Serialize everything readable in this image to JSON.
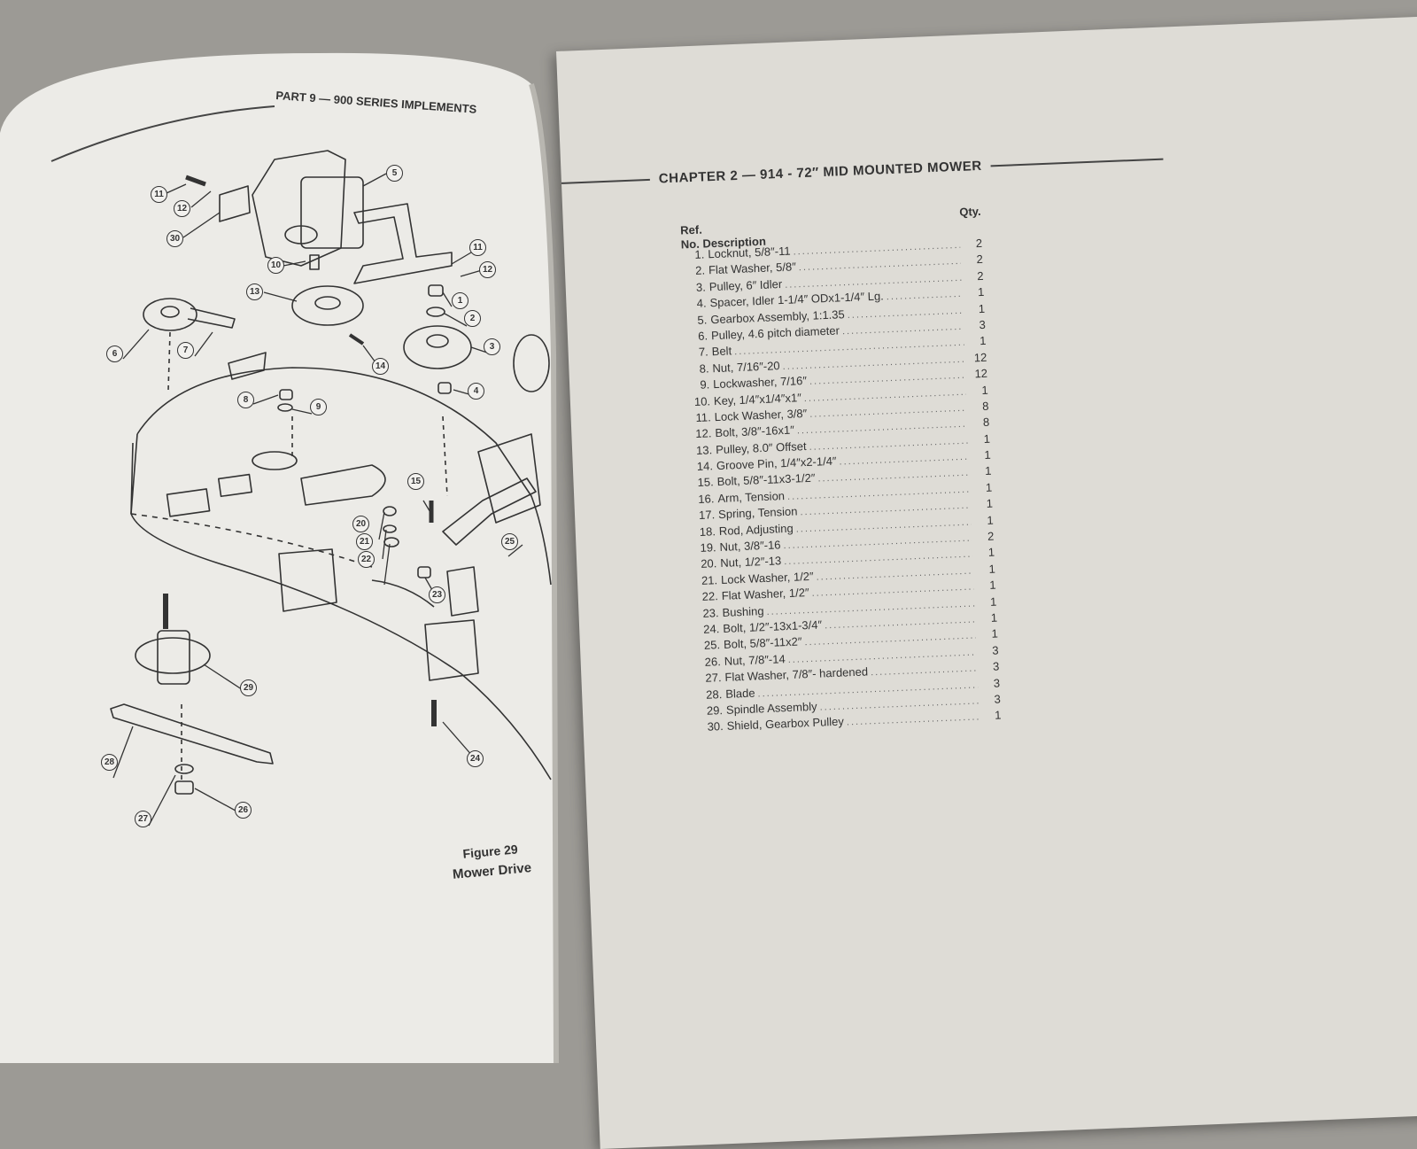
{
  "left_page": {
    "header": "PART 9 — 900 SERIES IMPLEMENTS",
    "figure_number": "Figure 29",
    "figure_title": "Mower Drive",
    "callouts": [
      "11",
      "12",
      "30",
      "5",
      "10",
      "11",
      "12",
      "13",
      "1",
      "2",
      "3",
      "6",
      "7",
      "14",
      "4",
      "8",
      "9",
      "15",
      "20",
      "21",
      "22",
      "23",
      "25",
      "29",
      "24",
      "28",
      "27",
      "26"
    ]
  },
  "right_page": {
    "header": "CHAPTER 2 — 914 - 72″ MID MOUNTED MOWER",
    "col_ref": "Ref.",
    "col_no_desc": "No. Description",
    "col_qty": "Qty.",
    "parts": [
      {
        "no": "1.",
        "desc": "Locknut, 5/8″-11",
        "qty": "2"
      },
      {
        "no": "2.",
        "desc": "Flat Washer, 5/8″",
        "qty": "2"
      },
      {
        "no": "3.",
        "desc": "Pulley, 6″ Idler",
        "qty": "2"
      },
      {
        "no": "4.",
        "desc": "Spacer, Idler 1-1/4″ ODx1-1/4″ Lg.",
        "qty": "1"
      },
      {
        "no": "5.",
        "desc": "Gearbox Assembly, 1:1.35",
        "qty": "1"
      },
      {
        "no": "6.",
        "desc": "Pulley, 4.6 pitch diameter",
        "qty": "3"
      },
      {
        "no": "7.",
        "desc": "Belt",
        "qty": "1"
      },
      {
        "no": "8.",
        "desc": "Nut, 7/16″-20",
        "qty": "12"
      },
      {
        "no": "9.",
        "desc": "Lockwasher, 7/16″",
        "qty": "12"
      },
      {
        "no": "10.",
        "desc": "Key, 1/4″x1/4″x1″",
        "qty": "1"
      },
      {
        "no": "11.",
        "desc": "Lock Washer, 3/8″",
        "qty": "8"
      },
      {
        "no": "12.",
        "desc": "Bolt, 3/8″-16x1″",
        "qty": "8"
      },
      {
        "no": "13.",
        "desc": "Pulley, 8.0″ Offset",
        "qty": "1"
      },
      {
        "no": "14.",
        "desc": "Groove Pin, 1/4″x2-1/4″",
        "qty": "1"
      },
      {
        "no": "15.",
        "desc": "Bolt, 5/8″-11x3-1/2″",
        "qty": "1"
      },
      {
        "no": "16.",
        "desc": "Arm, Tension",
        "qty": "1"
      },
      {
        "no": "17.",
        "desc": "Spring, Tension",
        "qty": "1"
      },
      {
        "no": "18.",
        "desc": "Rod, Adjusting",
        "qty": "1"
      },
      {
        "no": "19.",
        "desc": "Nut, 3/8″-16",
        "qty": "2"
      },
      {
        "no": "20.",
        "desc": "Nut, 1/2″-13",
        "qty": "1"
      },
      {
        "no": "21.",
        "desc": "Lock Washer, 1/2″",
        "qty": "1"
      },
      {
        "no": "22.",
        "desc": "Flat Washer, 1/2″",
        "qty": "1"
      },
      {
        "no": "23.",
        "desc": "Bushing",
        "qty": "1"
      },
      {
        "no": "24.",
        "desc": "Bolt, 1/2″-13x1-3/4″",
        "qty": "1"
      },
      {
        "no": "25.",
        "desc": "Bolt, 5/8″-11x2″",
        "qty": "1"
      },
      {
        "no": "26.",
        "desc": "Nut, 7/8″-14",
        "qty": "3"
      },
      {
        "no": "27.",
        "desc": "Flat Washer, 7/8″- hardened",
        "qty": "3"
      },
      {
        "no": "28.",
        "desc": "Blade",
        "qty": "3"
      },
      {
        "no": "29.",
        "desc": "Spindle Assembly",
        "qty": "3"
      },
      {
        "no": "30.",
        "desc": "Shield, Gearbox Pulley",
        "qty": "1"
      }
    ]
  },
  "colors": {
    "background": "#9c9a95",
    "paper_left": "#ecebe7",
    "paper_right": "#dedcd6",
    "ink": "#333333"
  }
}
